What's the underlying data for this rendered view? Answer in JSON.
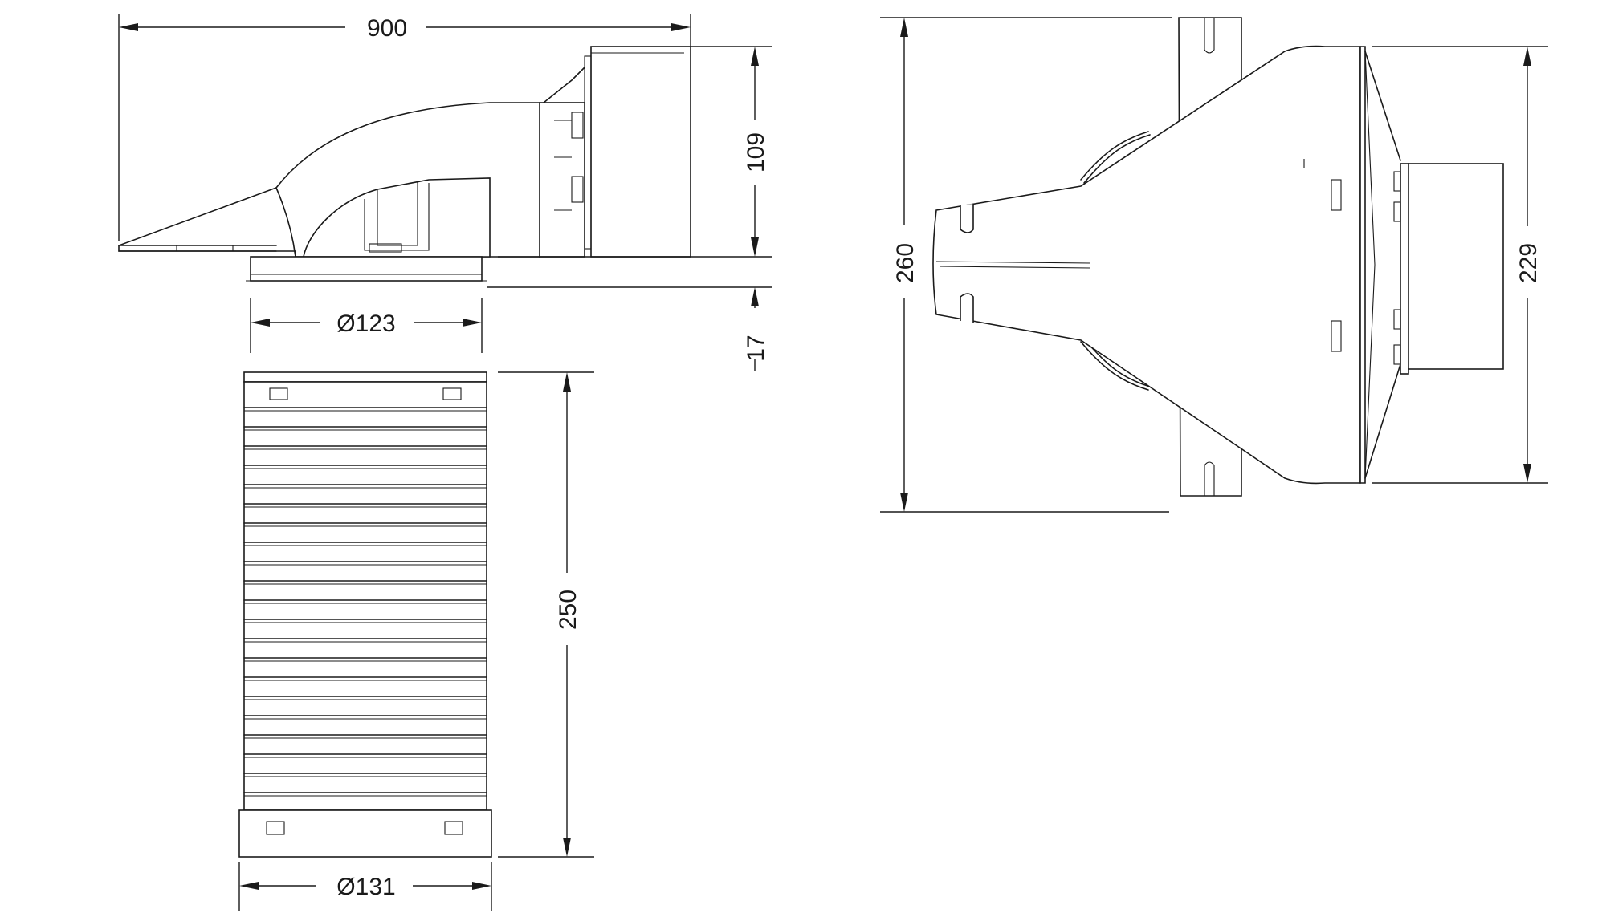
{
  "drawing": {
    "dimensions": {
      "overall_length": "900",
      "box_height": "109",
      "flange_height": "17",
      "spigot_diameter": "Ø123",
      "sleeve_length": "250",
      "sleeve_diameter": "Ø131",
      "side_total_height": "260",
      "side_box_height": "229"
    }
  }
}
